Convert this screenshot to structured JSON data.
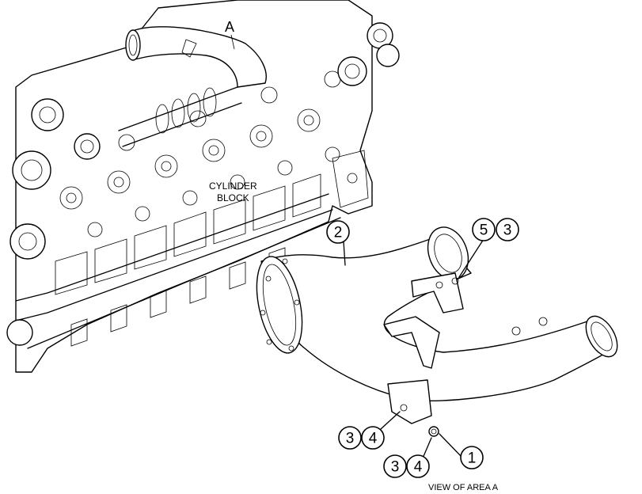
{
  "labels": {
    "area_marker": "A",
    "cylinder_block_line1": "CYLINDER",
    "cylinder_block_line2": "BLOCK",
    "view_caption": "VIEW OF AREA A"
  },
  "callouts": [
    {
      "id": "elbow-2",
      "number": "2"
    },
    {
      "id": "pair-top-5",
      "number": "5"
    },
    {
      "id": "pair-top-3",
      "number": "3"
    },
    {
      "id": "pair-mid-3",
      "number": "3"
    },
    {
      "id": "pair-mid-4",
      "number": "4"
    },
    {
      "id": "pair-low-3",
      "number": "3"
    },
    {
      "id": "pair-low-4",
      "number": "4"
    },
    {
      "id": "single-1",
      "number": "1"
    }
  ]
}
